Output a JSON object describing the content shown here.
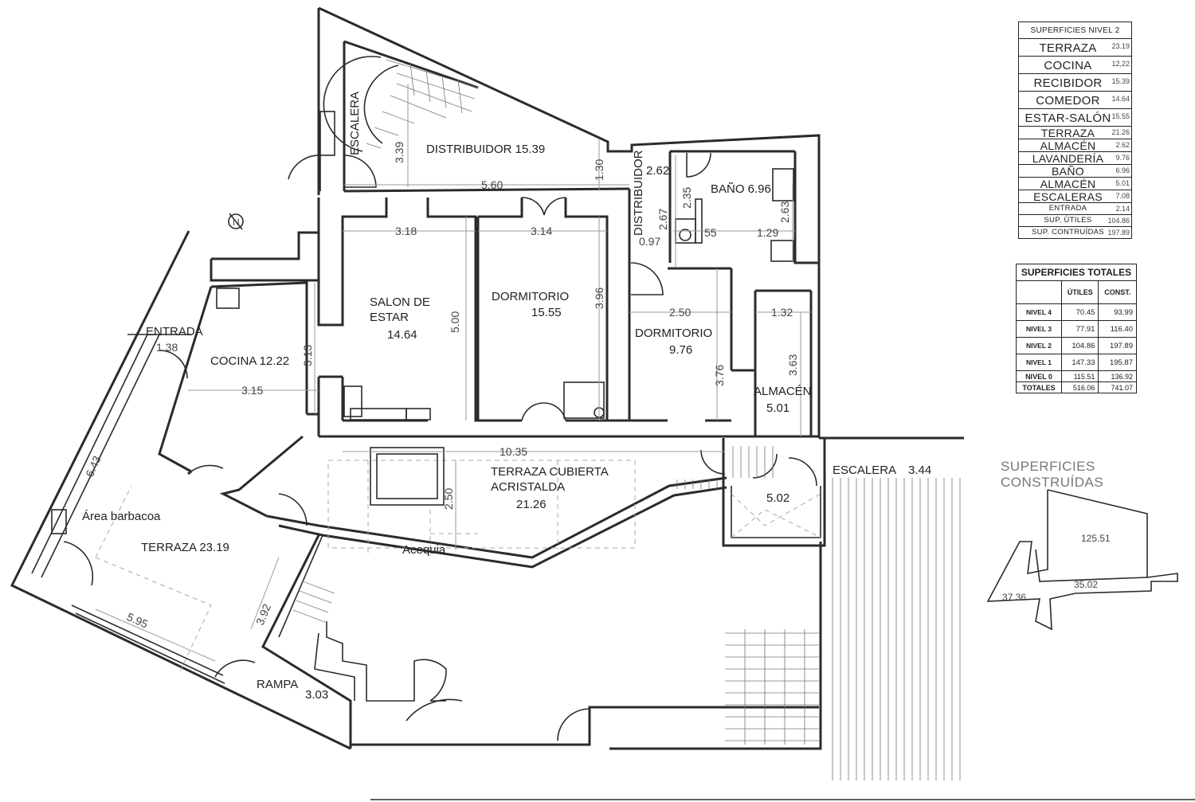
{
  "rooms": {
    "distribuidor_main": "DISTRIBUIDOR 15.39",
    "escalera_top": "ESCALERA",
    "distribuidor_side": "DISTRIBUIDOR",
    "distribuidor_side_value": "2.62",
    "bano": "BAÑO 6.96",
    "salon_line1": "SALON DE",
    "salon_line2": "ESTAR",
    "salon_value": "14.64",
    "dormitorio1": "DORMITORIO",
    "dormitorio1_value": "15.55",
    "dormitorio2": "DORMITORIO",
    "dormitorio2_value": "9.76",
    "almacen": "ALMACÉN",
    "almacen_value": "5.01",
    "entrada": "ENTRADA",
    "cocina": "COCINA  12.22",
    "terraza_cub_line1": "TERRAZA CUBIERTA",
    "terraza_cub_line2": "ACRISTALDA",
    "terraza_cub_value": "21.26",
    "escalera_right": "ESCALERA",
    "escalera_right_value": "3.44",
    "stair_value": "5.02",
    "area_barbacoa": "Área barbacoa",
    "terraza": "TERRAZA 23.19",
    "acequia": "Acequia",
    "rampa": "RAMPA",
    "rampa_value": "3.03"
  },
  "dimensions": {
    "d339": "3.39",
    "d560": "5.60",
    "d130": "1.30",
    "d235": "2.35",
    "d267": "2.67",
    "d097": "0.97",
    "d55": "55",
    "d129": "1.29",
    "d263": "2.63",
    "d318": "3.18",
    "d314": "3.14",
    "d500": "5.00",
    "d396": "3.96",
    "d250a": "2.50",
    "d132": "1.32",
    "d376": "3.76",
    "d363": "3.63",
    "d313": "3.13",
    "d315": "3.15",
    "d138": "1.38",
    "d1035": "10.35",
    "d250b": "2.50",
    "d643": "6.43",
    "d595": "5.95",
    "d392": "3.92"
  },
  "table_level2": {
    "title": "SUPERFICIES NIVEL 2",
    "rows": [
      {
        "name": "TERRAZA",
        "value": "23.19",
        "size": "big"
      },
      {
        "name": "COCINA",
        "value": "12,22",
        "size": "big"
      },
      {
        "name": "RECIBIDOR",
        "value": "15.39",
        "size": "big"
      },
      {
        "name": "COMEDOR",
        "value": "14.64",
        "size": "big"
      },
      {
        "name": "ESTAR-SALÓN",
        "value": "15.55",
        "size": "big"
      },
      {
        "name": "TERRAZA",
        "value": "21.26",
        "size": "mid"
      },
      {
        "name": "ALMACÉN",
        "value": "2.62",
        "size": "mid"
      },
      {
        "name": "LAVANDERÍA",
        "value": "9.76",
        "size": "mid"
      },
      {
        "name": "BAÑO",
        "value": "6.96",
        "size": "mid"
      },
      {
        "name": "ALMACÉN",
        "value": "5.01",
        "size": "mid"
      },
      {
        "name": "ESCALERAS",
        "value": "7.08",
        "size": "mid"
      },
      {
        "name": "ENTRADA",
        "value": "2.14",
        "size": "sm"
      },
      {
        "name": "SUP. ÚTILES",
        "value": "104.86",
        "size": "sm"
      },
      {
        "name": "SUP. CONTRUÍDAS",
        "value": "197.89",
        "size": "sm"
      }
    ]
  },
  "table_totals": {
    "title": "SUPERFICIES TOTALES",
    "col_utiles": "ÚTILES",
    "col_const": "CONST.",
    "rows": [
      {
        "name": "NIVEL 4",
        "utiles": "70.45",
        "const": "93.99"
      },
      {
        "name": "NIVEL 3",
        "utiles": "77.91",
        "const": "116.40"
      },
      {
        "name": "NIVEL 2",
        "utiles": "104.86",
        "const": "197.89"
      },
      {
        "name": "NIVEL 1",
        "utiles": "147.33",
        "const": "195.87"
      },
      {
        "name": "NIVEL 0",
        "utiles": "115.51",
        "const": "136.92"
      },
      {
        "name": "TOTALES",
        "utiles": "516.06",
        "const": "741.07"
      }
    ]
  },
  "superficies_construidas": {
    "title": "SUPERFICIES CONSTRUÍDAS",
    "a": "125.51",
    "b": "35.02",
    "c": "37.36"
  }
}
